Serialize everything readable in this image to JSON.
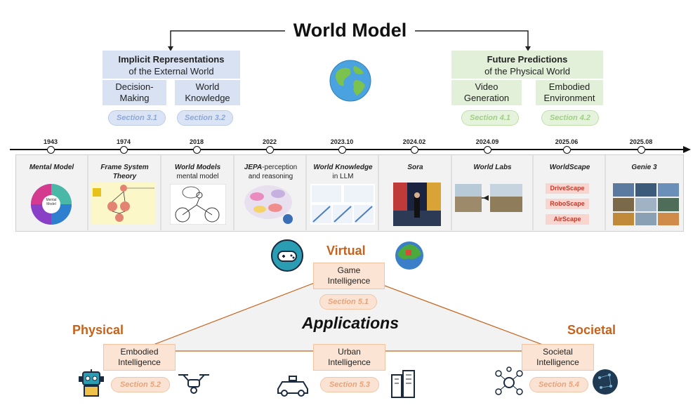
{
  "title": "World Model",
  "left_group": {
    "head_bold": "Implicit Representations",
    "head_sub": "of the External World",
    "items": [
      {
        "label": "Decision-\nMaking",
        "section": "Section 3.1"
      },
      {
        "label": "World\nKnowledge",
        "section": "Section 3.2"
      }
    ]
  },
  "right_group": {
    "head_bold": "Future Predictions",
    "head_sub": "of the Physical World",
    "items": [
      {
        "label": "Video\nGeneration",
        "section": "Section 4.1"
      },
      {
        "label": "Embodied\nEnvironment",
        "section": "Section 4.2"
      }
    ]
  },
  "timeline": {
    "years": [
      "1943",
      "1974",
      "2018",
      "2022",
      "2023.10",
      "2024.02",
      "2024.09",
      "2025.06",
      "2025.08"
    ],
    "panels": [
      {
        "bold": "Mental Model",
        "rest": ""
      },
      {
        "bold": "Frame System\nTheory",
        "rest": ""
      },
      {
        "bold": "World Models",
        "rest": "mental model"
      },
      {
        "bold": "JEPA",
        "rest": "-perception\nand reasoning"
      },
      {
        "bold": "World Knowledge",
        "rest": "in LLM"
      },
      {
        "bold": "Sora",
        "rest": ""
      },
      {
        "bold": "World Labs",
        "rest": ""
      },
      {
        "bold": "WorldScape",
        "rest": ""
      },
      {
        "bold": "Genie 3",
        "rest": ""
      }
    ],
    "mental_model_center": "Mental\nModel",
    "worldscape_items": [
      "DriveScape",
      "RoboScape",
      "AirScape"
    ]
  },
  "applications": {
    "title": "Applications",
    "virtual_label": "Virtual",
    "physical_label": "Physical",
    "societal_label": "Societal",
    "game": {
      "label": "Game\nIntelligence",
      "section": "Section 5.1"
    },
    "embodied": {
      "label": "Embodied\nIntelligence",
      "section": "Section 5.2"
    },
    "urban": {
      "label": "Urban\nIntelligence",
      "section": "Section 5.3"
    },
    "societal": {
      "label": "Societal\nIntelligence",
      "section": "Section 5.4"
    }
  },
  "colors": {
    "blue_fill": "#d9e2f3",
    "green_fill": "#e2f0d9",
    "orange_fill": "#fce4d4",
    "orange_text": "#c5621c"
  }
}
